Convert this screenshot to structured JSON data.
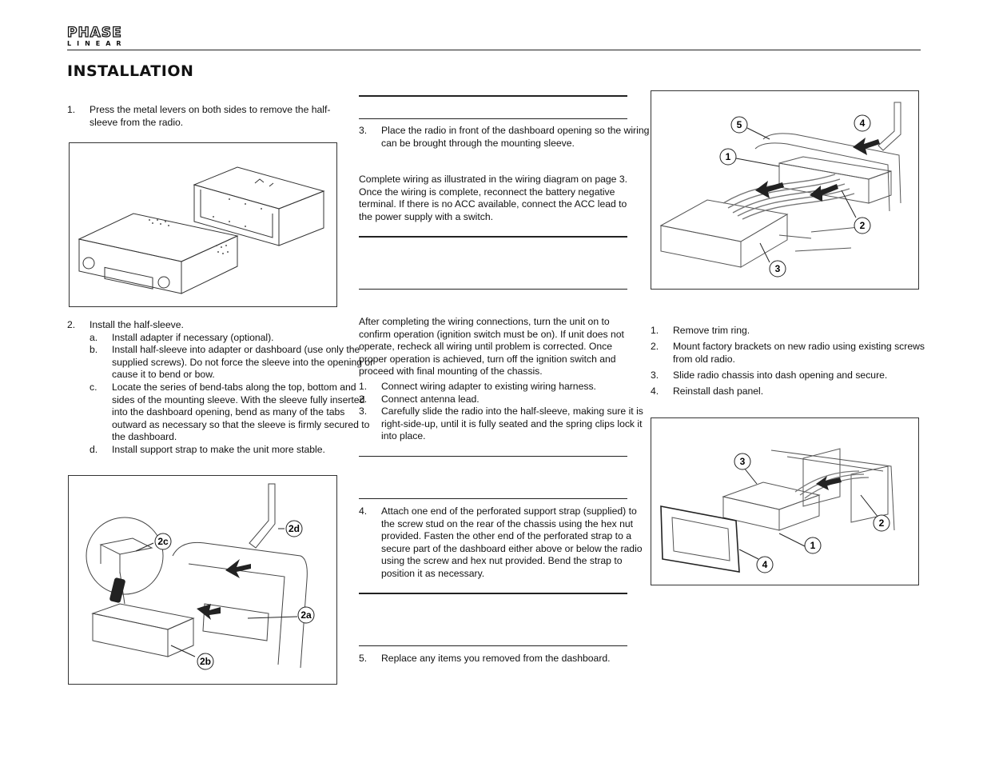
{
  "header": {
    "logo_top": "PHASE",
    "logo_bottom": "LINEAR",
    "title": "INSTALLATION"
  },
  "col1": {
    "step1_num": "1.",
    "step1_text": "Press the metal levers on both sides to remove the half-sleeve from the radio.",
    "step2_num": "2.",
    "step2_text": "Install the half-sleeve.",
    "substeps": [
      {
        "num": "a.",
        "text": "Install adapter if necessary (optional)."
      },
      {
        "num": "b.",
        "text": "Install half-sleeve into adapter or dashboard (use only the supplied screws). Do not force the sleeve into the opening or cause it to bend or bow."
      },
      {
        "num": "c.",
        "text": "Locate the series of bend-tabs along the top, bottom and sides of the mounting sleeve. With the sleeve fully inserted into the dashboard opening, bend as many of the tabs outward as necessary so that the sleeve is firmly secured to the dashboard."
      },
      {
        "num": "d.",
        "text": "Install support strap to make the unit more stable."
      }
    ],
    "fig2_callouts": [
      "2d",
      "2c",
      "2a",
      "2b"
    ]
  },
  "col2": {
    "step3_num": "3.",
    "step3_text": "Place the radio in front of the dashboard opening so the wiring can be brought through the mounting sleeve.",
    "wiring_para": "Complete wiring as illustrated in the wiring diagram on page 3. Once the wiring is complete, reconnect the battery negative terminal. If there is no ACC available, connect the ACC lead to the power supply with a switch.",
    "test_para": "After completing the wiring connections, turn the unit on to confirm operation (ignition switch must be on). If unit does not operate, recheck all wiring until problem is corrected. Once proper operation is achieved, turn off the ignition switch and proceed with final mounting of the chassis.",
    "final_steps": [
      {
        "num": "1.",
        "text": "Connect wiring adapter to existing wiring harness."
      },
      {
        "num": "2.",
        "text": "Connect antenna lead."
      },
      {
        "num": "3.",
        "text": "Carefully slide the radio into the half-sleeve, making sure it is right-side-up, until it is fully seated and the spring clips lock it into place."
      }
    ],
    "step4_num": "4.",
    "step4_text": "Attach one end of the perforated support strap (supplied) to the screw stud on the rear of the chassis using the hex nut provided. Fasten the other end of the perforated strap to a secure part of the dashboard either above or below the radio using the screw and hex nut provided. Bend the strap to position it as necessary.",
    "step5_num": "5.",
    "step5_text": "Replace any items you removed from the dashboard."
  },
  "col3": {
    "fig1_callouts": [
      "5",
      "4",
      "1",
      "2",
      "3"
    ],
    "steps": [
      {
        "num": "1.",
        "text": "Remove trim ring."
      },
      {
        "num": "2.",
        "text": "Mount factory brackets on new radio using existing screws from old radio."
      },
      {
        "num": "3.",
        "text": "Slide radio chassis into dash opening and secure."
      },
      {
        "num": "4.",
        "text": "Reinstall dash panel."
      }
    ],
    "fig2_callouts": [
      "3",
      "2",
      "1",
      "4"
    ]
  }
}
